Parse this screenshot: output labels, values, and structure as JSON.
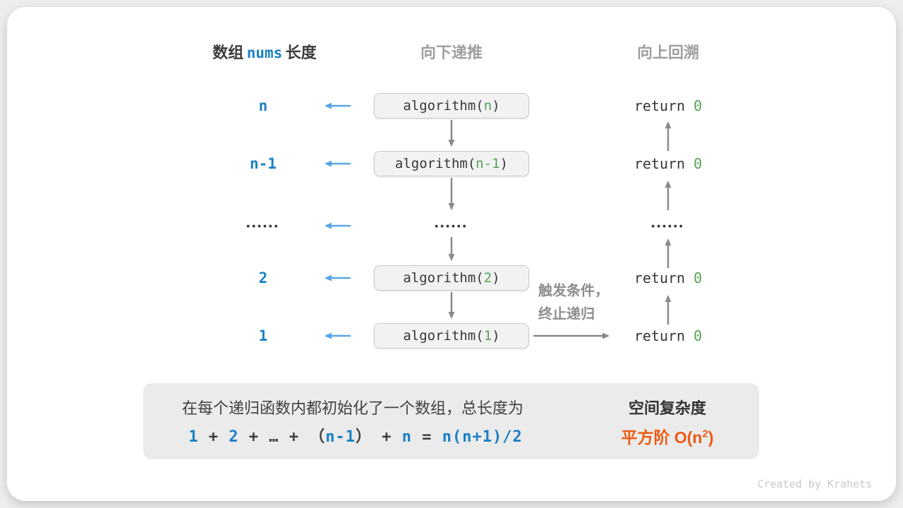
{
  "colors": {
    "blue": "#1b80c4",
    "light_blue": "#58a6e8",
    "green": "#55a352",
    "orange": "#ed5a12",
    "gray_arrow": "#8a8a8a",
    "gray_text": "#9e9e9e",
    "dark": "#3c3c3c",
    "box_bg": "#f2f2f2",
    "panel_bg": "#ebebeb"
  },
  "header": {
    "col1_pre": "数组",
    "col1_code": "nums",
    "col1_post": "长度",
    "col2": "向下递推",
    "col3": "向上回溯"
  },
  "rows": [
    {
      "label": "n",
      "box_pre": "algorithm(",
      "box_param": "n",
      "box_post": ")",
      "ret_pre": "return ",
      "ret_val": "0"
    },
    {
      "label": "n-1",
      "box_pre": "algorithm(",
      "box_param": "n-1",
      "box_post": ")",
      "ret_pre": "return ",
      "ret_val": "0"
    },
    {
      "label": "••••••",
      "dots_mid": "••••••",
      "dots_right": "••••••"
    },
    {
      "label": "2",
      "box_pre": "algorithm(",
      "box_param": "2",
      "box_post": ")",
      "ret_pre": "return ",
      "ret_val": "0"
    },
    {
      "label": "1",
      "box_pre": "algorithm(",
      "box_param": "1",
      "box_post": ")",
      "ret_pre": "return ",
      "ret_val": "0"
    }
  ],
  "note": {
    "line1": "触发条件，",
    "line2": "终止递归"
  },
  "panel": {
    "line1": "在每个递归函数内都初始化了一个数组，总长度为",
    "formula": [
      {
        "t": "1"
      },
      {
        "t": " + "
      },
      {
        "t": "2"
      },
      {
        "t": " + "
      },
      {
        "t": "…"
      },
      {
        "t": " + （"
      },
      {
        "t": "n-1"
      },
      {
        "t": "） + "
      },
      {
        "t": "n"
      },
      {
        "t": " = "
      },
      {
        "t": "n(n+1)/2"
      }
    ],
    "result_title": "空间复杂度",
    "result_pre": "平方阶 O(n",
    "result_sup": "2",
    "result_post": ")"
  },
  "footer": "Created by Krahets"
}
